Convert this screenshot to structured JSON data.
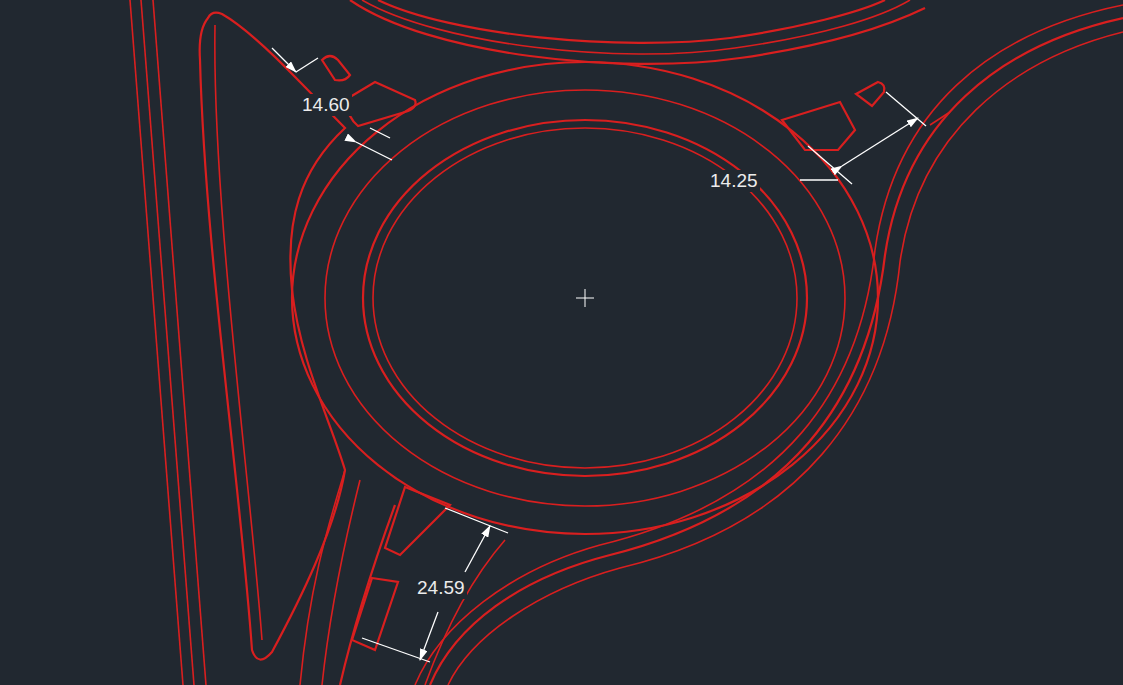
{
  "diagram": {
    "labels": [
      "14.60",
      "14.25",
      "24.59"
    ]
  }
}
